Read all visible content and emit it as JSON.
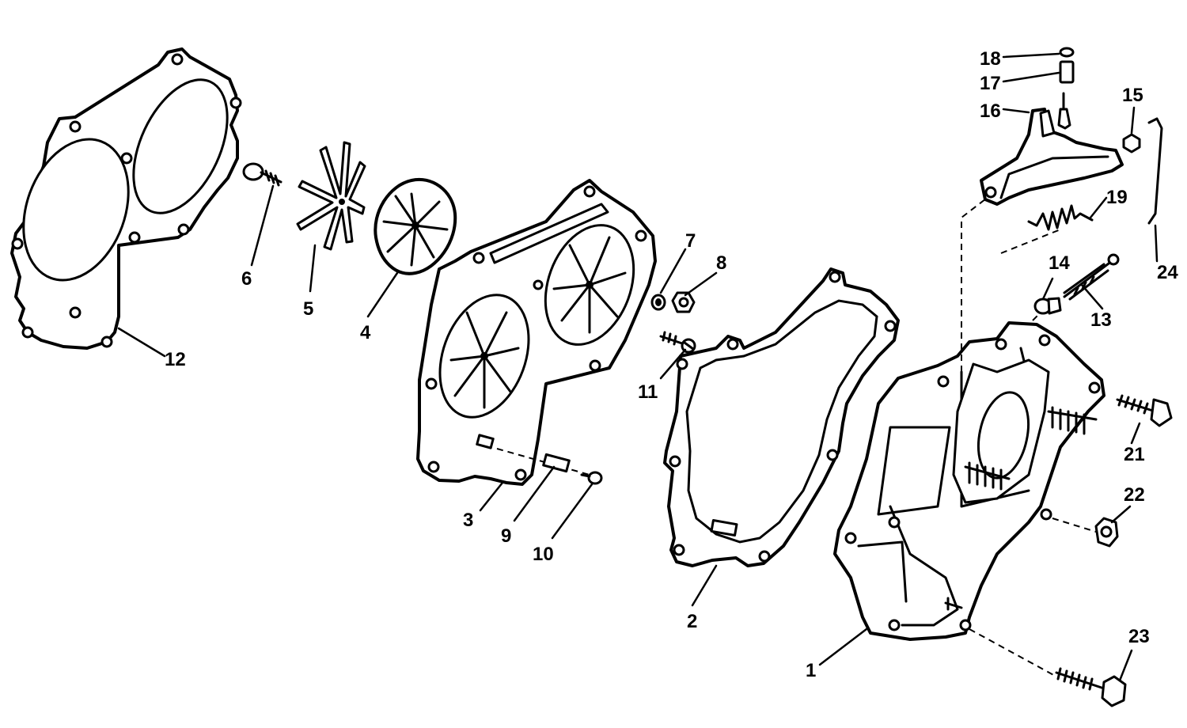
{
  "callouts": [
    {
      "id": "c1",
      "text": "1"
    },
    {
      "id": "c2",
      "text": "2"
    },
    {
      "id": "c3",
      "text": "3"
    },
    {
      "id": "c4",
      "text": "4"
    },
    {
      "id": "c5",
      "text": "5"
    },
    {
      "id": "c6",
      "text": "6"
    },
    {
      "id": "c7",
      "text": "7"
    },
    {
      "id": "c8",
      "text": "8"
    },
    {
      "id": "c9",
      "text": "9"
    },
    {
      "id": "c10",
      "text": "10"
    },
    {
      "id": "c11",
      "text": "11"
    },
    {
      "id": "c12",
      "text": "12"
    },
    {
      "id": "c13",
      "text": "13"
    },
    {
      "id": "c14",
      "text": "14"
    },
    {
      "id": "c15",
      "text": "15"
    },
    {
      "id": "c16",
      "text": "16"
    },
    {
      "id": "c17",
      "text": "17"
    },
    {
      "id": "c18",
      "text": "18"
    },
    {
      "id": "c19",
      "text": "19"
    },
    {
      "id": "c21",
      "text": "21"
    },
    {
      "id": "c22",
      "text": "22"
    },
    {
      "id": "c23",
      "text": "23"
    },
    {
      "id": "c24",
      "text": "24"
    }
  ]
}
